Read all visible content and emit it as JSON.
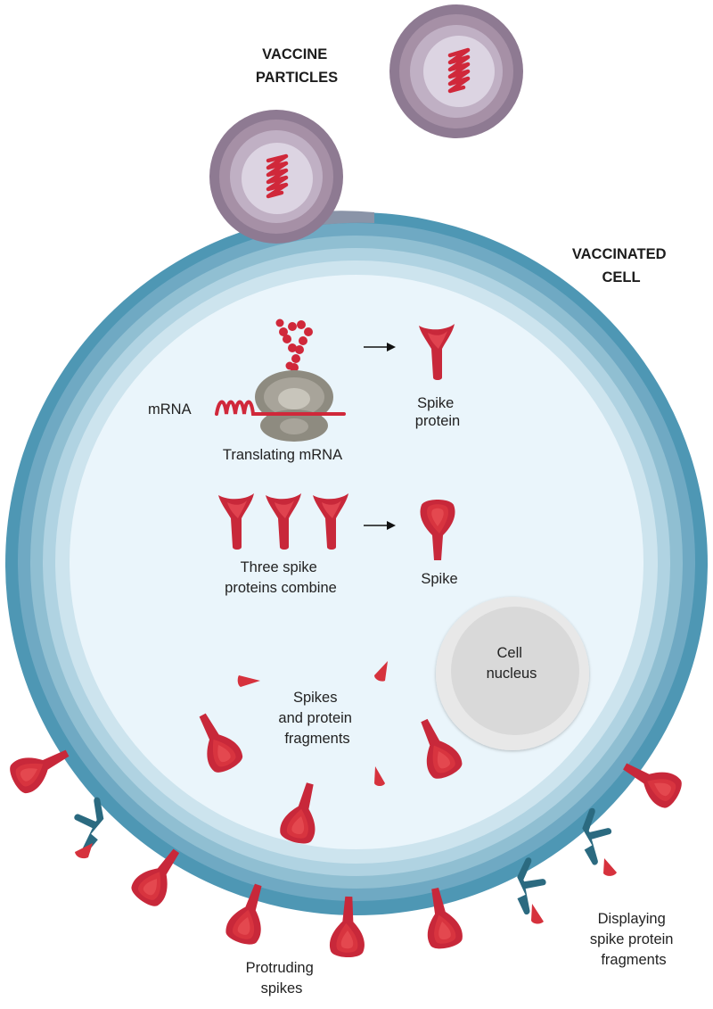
{
  "title": "mRNA vaccine mechanism in a vaccinated cell",
  "labels": {
    "vaccine_particles": [
      "VACCINE",
      "PARTICLES"
    ],
    "vaccinated_cell": [
      "VACCINATED",
      "CELL"
    ],
    "mrna": "mRNA",
    "translating_mrna": "Translating mRNA",
    "spike_protein": [
      "Spike",
      "protein"
    ],
    "three_spike_proteins": [
      "Three spike",
      "proteins combine"
    ],
    "spike": "Spike",
    "cell_nucleus": [
      "Cell",
      "nucleus"
    ],
    "spikes_and_fragments": [
      "Spikes",
      "and protein",
      "fragments"
    ],
    "protruding_spikes": [
      "Protruding",
      "spikes"
    ],
    "displaying_fragments": [
      "Displaying",
      "spike protein",
      "fragments"
    ]
  },
  "colors": {
    "spike_red": "#c8283a",
    "spike_red_light": "#e0434f",
    "mrna_red": "#d0283a",
    "particle_outer": "#8e7a92",
    "particle_inner": "#dcd4e2",
    "cell_membrane_outer": "#4e97b4",
    "cell_interior": "#eaf5fb",
    "receptor_teal": "#2b6a80",
    "ribosome_gray": "#8e8b80",
    "nucleus_gray": "#dedede"
  }
}
